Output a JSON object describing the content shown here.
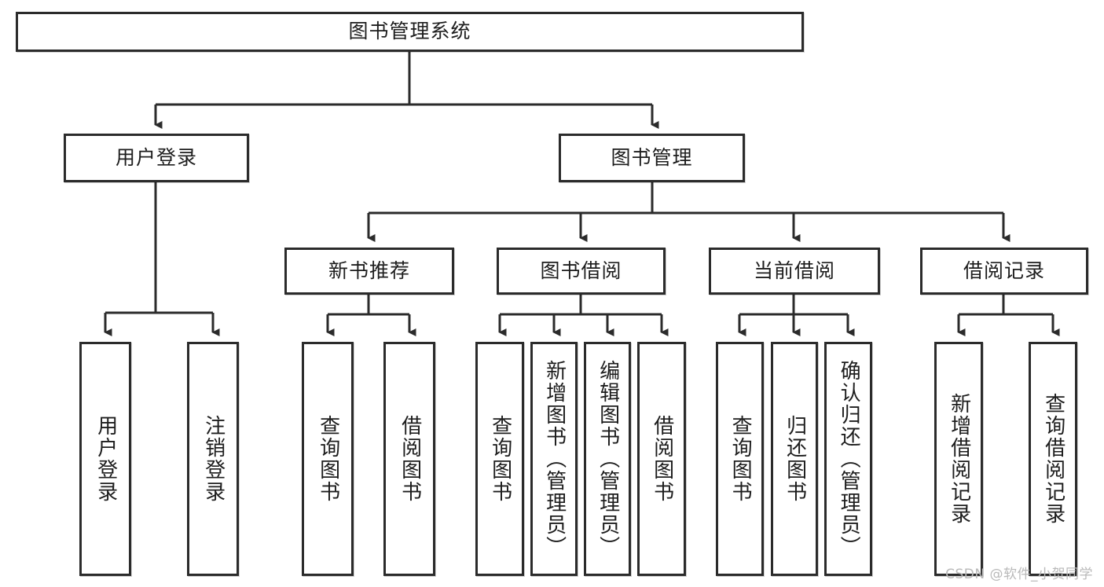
{
  "diagram": {
    "title": "图书管理系统",
    "watermark": "CSDN @软件_小贺同学",
    "accent_color": "#2b2b2b",
    "background_color": "#ffffff",
    "nodes": {
      "root": "图书管理系统",
      "level2": {
        "user_login": "用户登录",
        "book_manage": "图书管理"
      },
      "level3": {
        "new_book_recommend": "新书推荐",
        "book_borrow": "图书借阅",
        "current_borrow": "当前借阅",
        "borrow_record": "借阅记录"
      },
      "leaves": {
        "user_login_children": [
          "用户登录",
          "注销登录"
        ],
        "new_book_recommend_children": [
          "查询图书",
          "借阅图书"
        ],
        "book_borrow_children": [
          "查询图书",
          "新增图书（管理员）",
          "编辑图书（管理员）",
          "借阅图书"
        ],
        "current_borrow_children": [
          "查询图书",
          "归还图书",
          "确认归还（管理员）"
        ],
        "borrow_record_children": [
          "新增借阅记录",
          "查询借阅记录"
        ]
      }
    }
  }
}
